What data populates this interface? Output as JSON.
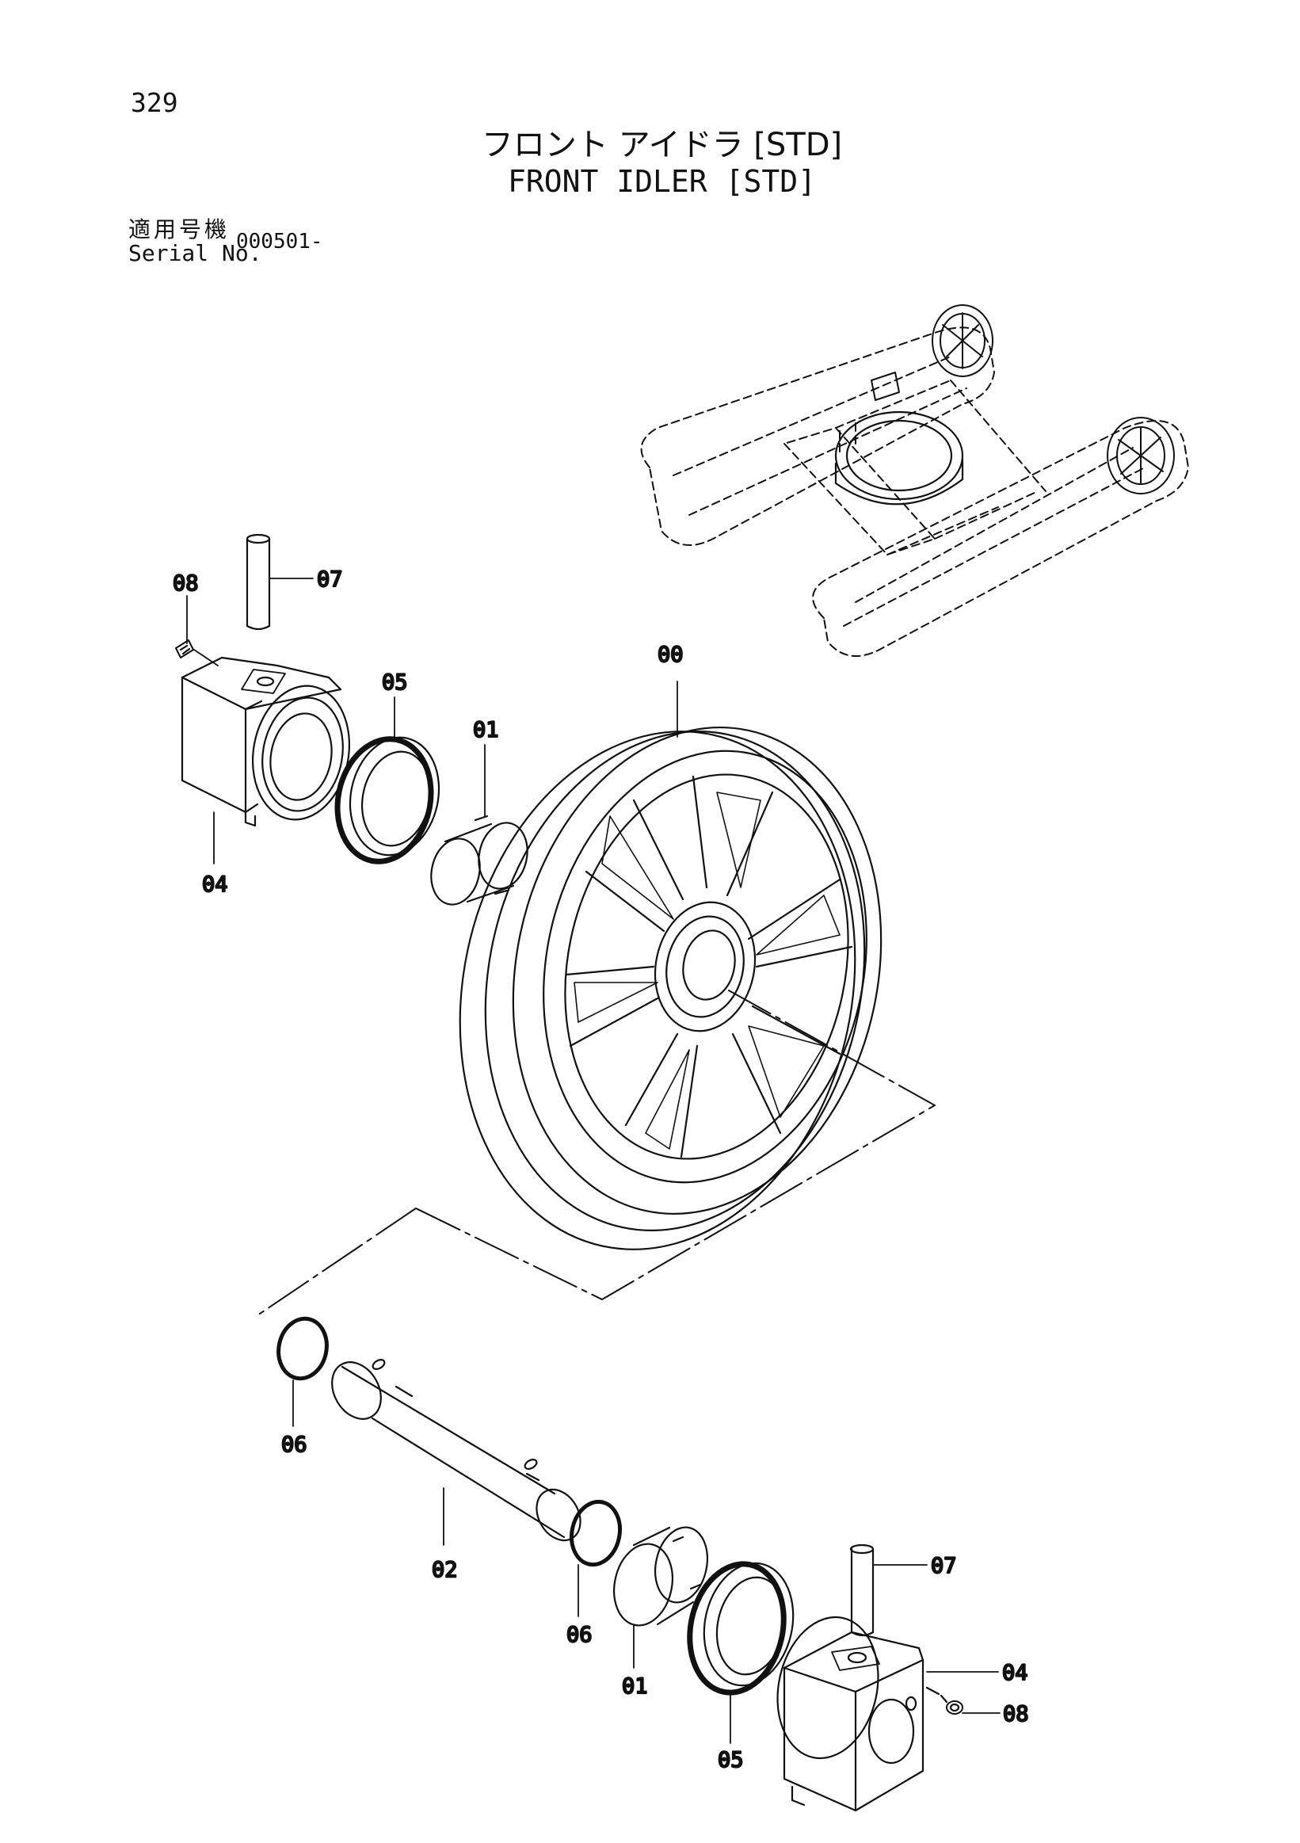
{
  "header": {
    "page_number": "329",
    "title_jp": "フロント アイドラ [STD]",
    "title_en": "FRONT IDLER [STD]",
    "serial_label_jp": "適用号機",
    "serial_label_en": "Serial No.",
    "serial_value": "000501-"
  },
  "callouts": {
    "c00": "00",
    "c01a": "01",
    "c01b": "01",
    "c02": "02",
    "c04a": "04",
    "c04b": "04",
    "c05a": "05",
    "c05b": "05",
    "c06a": "06",
    "c06b": "06",
    "c07a": "07",
    "c07b": "07",
    "c08a": "08",
    "c08b": "08"
  },
  "colors": {
    "ink": "#111111",
    "paper": "#ffffff"
  }
}
